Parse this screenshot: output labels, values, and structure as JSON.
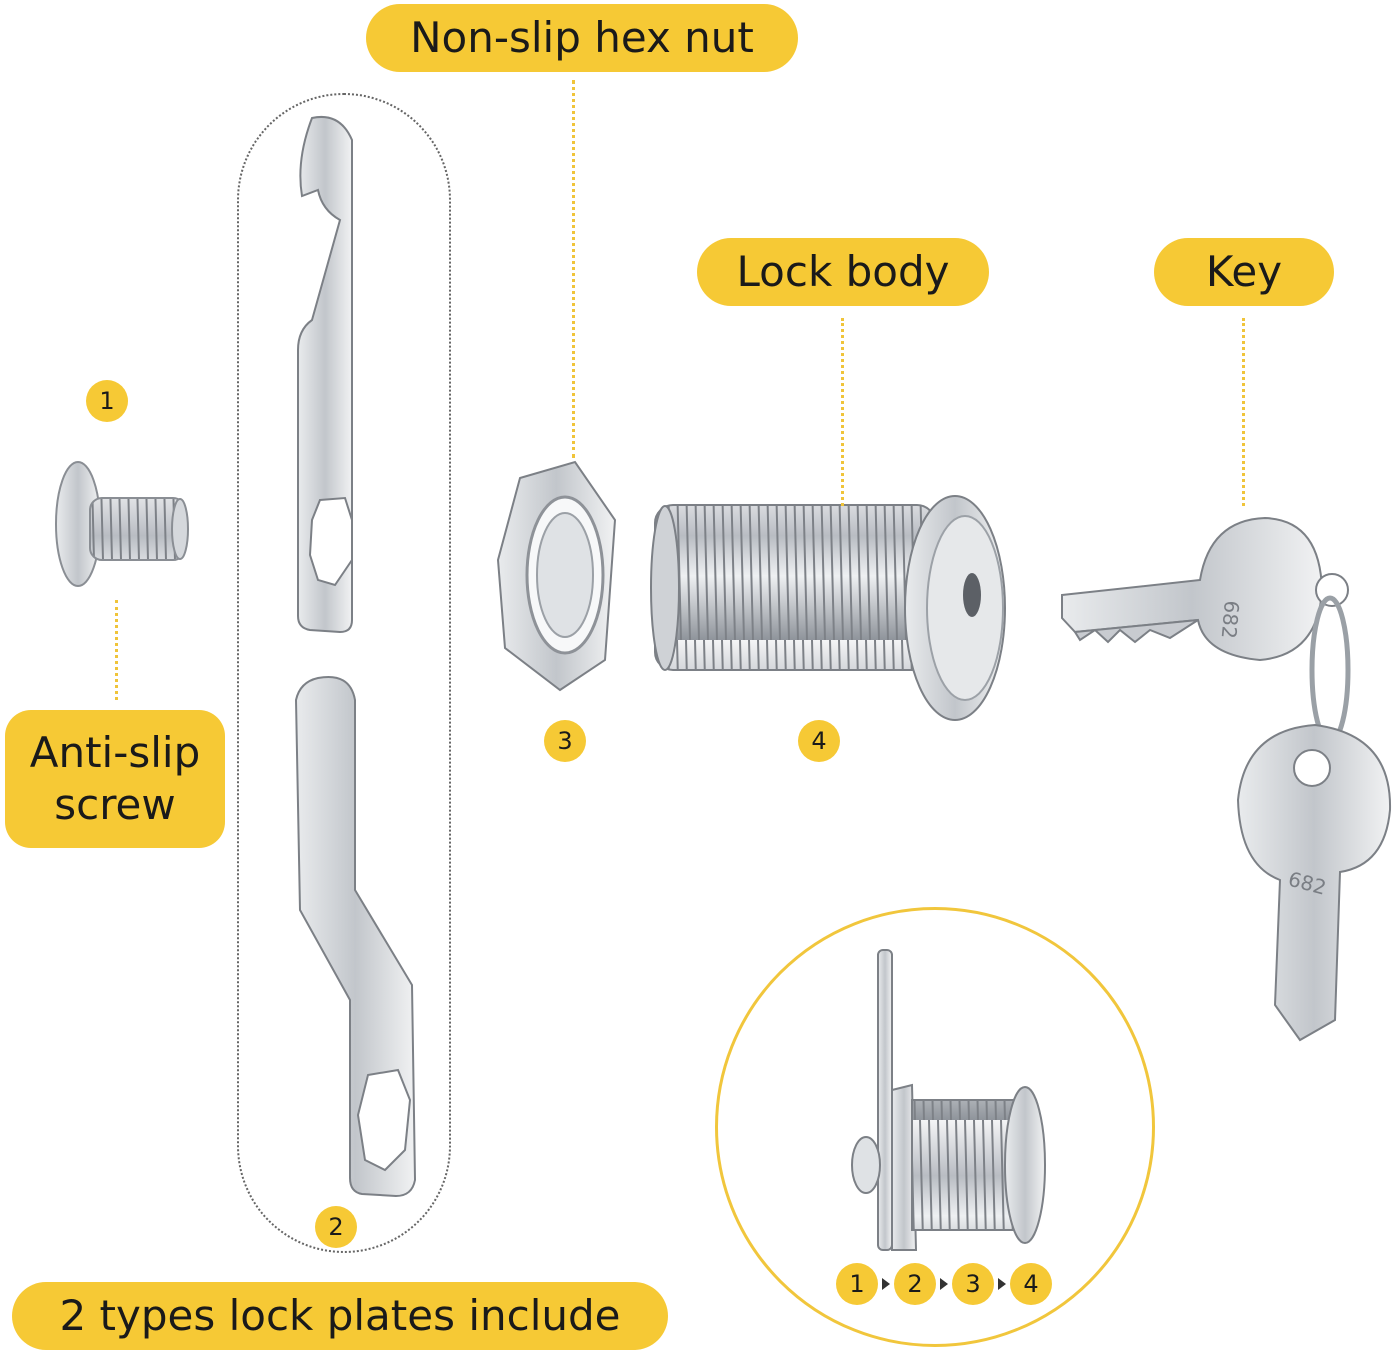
{
  "labels": {
    "hex_nut": "Non-slip hex nut",
    "lock_body": "Lock body",
    "key": "Key",
    "screw_line1": "Anti-slip",
    "screw_line2": "screw",
    "plates": "2 types lock plates include"
  },
  "numbers": {
    "screw": "1",
    "plates": "2",
    "nut": "3",
    "body": "4"
  },
  "sequence": [
    "1",
    "2",
    "3",
    "4"
  ],
  "key_code": "682",
  "colors": {
    "accent": "#f6c935",
    "metal": "#c9ccd1"
  }
}
